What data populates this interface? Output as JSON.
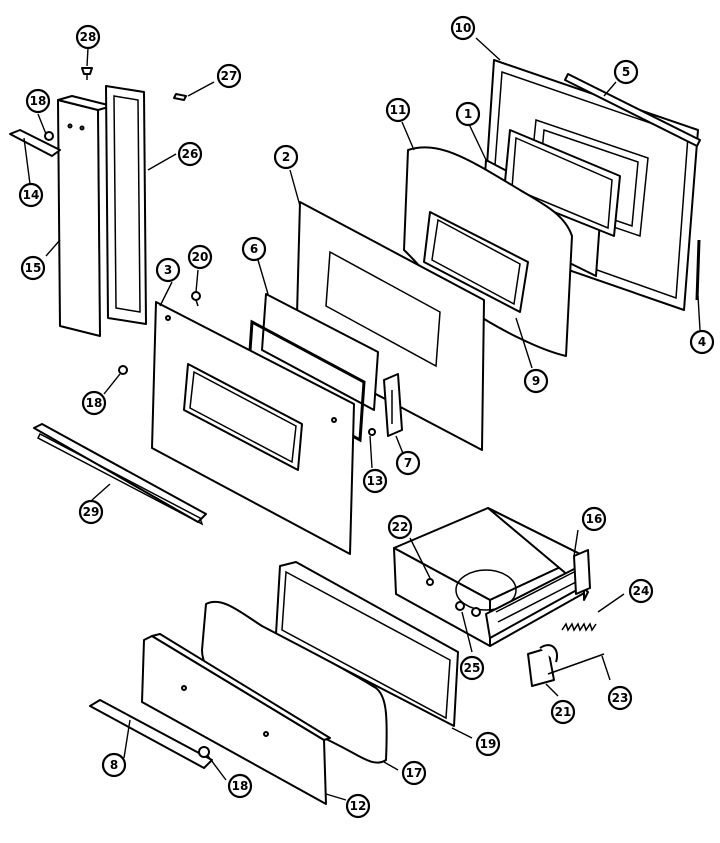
{
  "callouts": [
    {
      "id": "c1",
      "label": "1"
    },
    {
      "id": "c2",
      "label": "2"
    },
    {
      "id": "c3",
      "label": "3"
    },
    {
      "id": "c4",
      "label": "4"
    },
    {
      "id": "c5",
      "label": "5"
    },
    {
      "id": "c6",
      "label": "6"
    },
    {
      "id": "c7",
      "label": "7"
    },
    {
      "id": "c8",
      "label": "8"
    },
    {
      "id": "c9",
      "label": "9"
    },
    {
      "id": "c10",
      "label": "10"
    },
    {
      "id": "c11",
      "label": "11"
    },
    {
      "id": "c12",
      "label": "12"
    },
    {
      "id": "c13",
      "label": "13"
    },
    {
      "id": "c14",
      "label": "14"
    },
    {
      "id": "c15",
      "label": "15"
    },
    {
      "id": "c16",
      "label": "16"
    },
    {
      "id": "c17",
      "label": "17"
    },
    {
      "id": "c18a",
      "label": "18"
    },
    {
      "id": "c18b",
      "label": "18"
    },
    {
      "id": "c18c",
      "label": "18"
    },
    {
      "id": "c19",
      "label": "19"
    },
    {
      "id": "c20",
      "label": "20"
    },
    {
      "id": "c21",
      "label": "21"
    },
    {
      "id": "c22",
      "label": "22"
    },
    {
      "id": "c23",
      "label": "23"
    },
    {
      "id": "c24",
      "label": "24"
    },
    {
      "id": "c25",
      "label": "25"
    },
    {
      "id": "c26",
      "label": "26"
    },
    {
      "id": "c27",
      "label": "27"
    },
    {
      "id": "c28",
      "label": "28"
    },
    {
      "id": "c29",
      "label": "29"
    }
  ]
}
